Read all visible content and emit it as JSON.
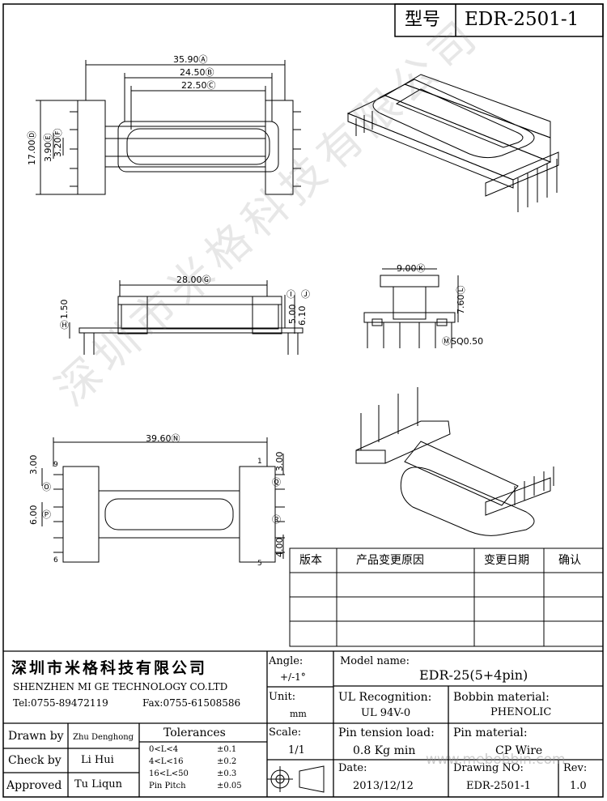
{
  "header": {
    "model_label": "型号",
    "model_value": "EDR-2501-1"
  },
  "watermark": "深圳市米格科技有限公司",
  "top_view": {
    "dims": [
      "35.90Ⓐ",
      "24.50Ⓑ",
      "22.50Ⓒ",
      "17.00Ⓓ",
      "3.90Ⓔ",
      "3.20Ⓕ"
    ]
  },
  "side_view": {
    "dims": [
      "28.00Ⓖ",
      "1.50",
      "Ⓗ",
      "Ⓘ",
      "Ⓙ",
      "5.00",
      "6.10"
    ]
  },
  "end_view": {
    "dims": [
      "9.00Ⓚ",
      "7.60Ⓛ",
      "ⓂSQ0.50"
    ]
  },
  "bottom_view": {
    "dims": [
      "39.60Ⓝ",
      "3.00",
      "3.00",
      "Ⓞ",
      "6.00",
      "Ⓟ",
      "Ⓠ",
      "Ⓡ",
      "4.00"
    ],
    "pin_labels": [
      "9",
      "1",
      "6",
      "5"
    ]
  },
  "revision_table": {
    "headers": [
      "版本",
      "产品变更原因",
      "变更日期",
      "确认"
    ],
    "rows": [
      [
        "",
        "",
        "",
        ""
      ],
      [
        "",
        "",
        "",
        ""
      ],
      [
        "",
        "",
        "",
        ""
      ]
    ]
  },
  "title_block": {
    "company_cn": "深圳市米格科技有限公司",
    "company_en": "SHENZHEN  MI GE TECHNOLOGY  CO.LTD",
    "tel": "Tel:0755-89472119",
    "fax": "Fax:0755-61508586",
    "angle_label": "Angle:",
    "angle_value": "+/-1°",
    "unit_label": "Unit:",
    "unit_value": "mm",
    "scale_label": "Scale:",
    "scale_value": "1/1",
    "model_name_label": "Model name:",
    "model_name_value": "EDR-25(5+4pin)",
    "ul_label": "UL Recognition:",
    "ul_value": "UL 94V-0",
    "bobbin_label": "Bobbin material:",
    "bobbin_value": "PHENOLIC",
    "tension_label": "Pin tension load:",
    "tension_value": "0.8 Kg min",
    "pin_material_label": "Pin material:",
    "pin_material_value": "CP Wire",
    "date_label": "Date:",
    "date_value": "2013/12/12",
    "drawing_no_label": "Drawing NO:",
    "drawing_no_value": "EDR-2501-1",
    "rev_label": "Rev:",
    "rev_value": "1.0",
    "drawn_label": "Drawn by",
    "drawn_value": "Zhu Denghong",
    "check_label": "Check by",
    "check_value": "Li Hui",
    "approved_label": "Approved",
    "approved_value": "Tu Liqun",
    "tolerances_label": "Tolerances",
    "tolerances": [
      {
        "range": "0<L<4",
        "value": "±0.1"
      },
      {
        "range": "4<L<16",
        "value": "±0.2"
      },
      {
        "range": "16<L<50",
        "value": "±0.3"
      },
      {
        "range": "Pin Pitch",
        "value": "±0.05"
      }
    ],
    "website": "www.mebobbin.com"
  }
}
